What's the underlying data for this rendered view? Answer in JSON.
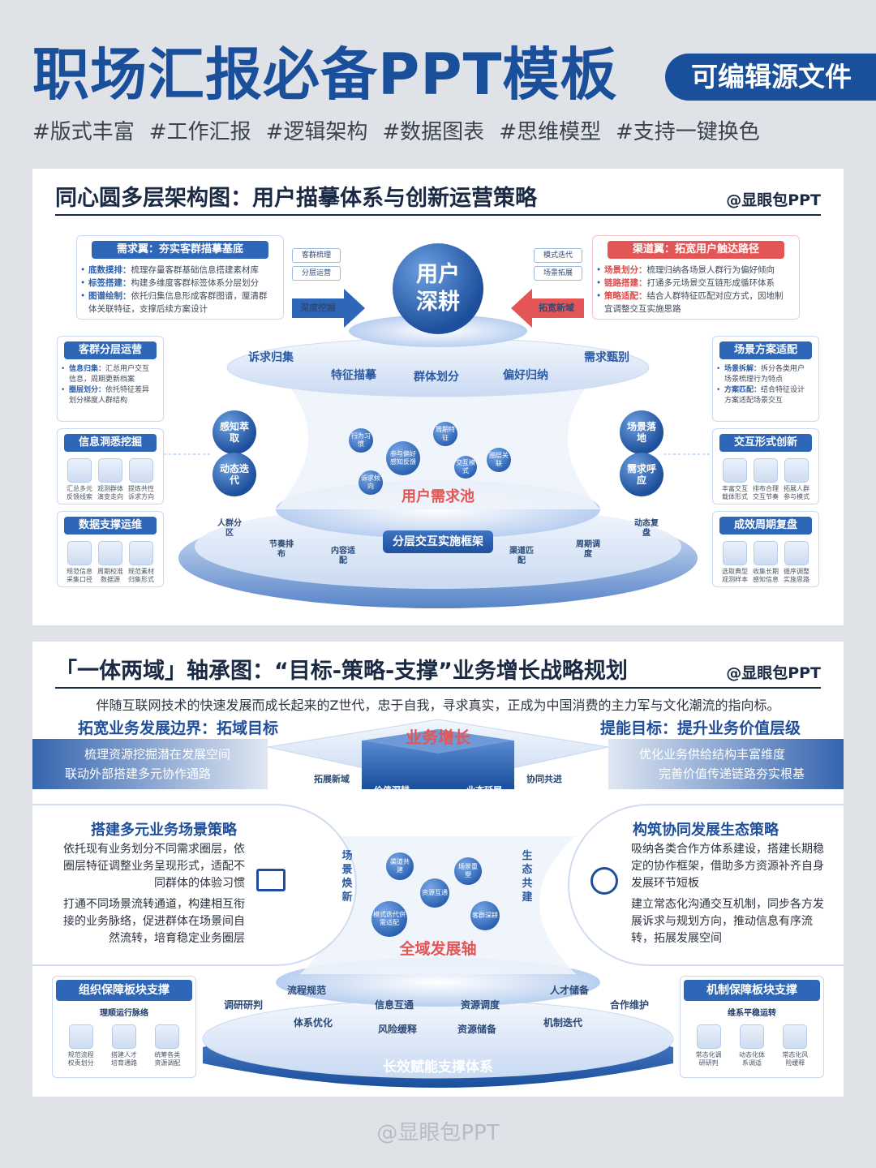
{
  "header": {
    "title": "职场汇报必备PPT模板",
    "badge": "可编辑源文件",
    "tags": [
      "#版式丰富",
      "#工作汇报",
      "#逻辑架构",
      "#数据图表",
      "#思维模型",
      "#支持一键换色"
    ]
  },
  "panel1": {
    "title": "同心圆多层架构图：用户描摹体系与创新运营策略",
    "author": "@显眼包PPT",
    "left_top_box": {
      "head": "需求翼：夯实客群描摹基底",
      "items": [
        {
          "key": "底数摸排：",
          "text": "梳理存量客群基础信息搭建素材库"
        },
        {
          "key": "标签搭建：",
          "text": "构建多维度客群标签体系分层划分"
        },
        {
          "key": "图谱绘制：",
          "text": "依托归集信息形成客群图谱，厘清群体关联特征，支撑后续方案设计"
        }
      ]
    },
    "right_top_box": {
      "head": "渠道翼：拓宽用户触达路径",
      "items": [
        {
          "key": "场景划分：",
          "text": "梳理归纳各场景人群行为偏好倾向"
        },
        {
          "key": "链路搭建：",
          "text": "打通多元场景交互链形成循环体系"
        },
        {
          "key": "策略适配：",
          "text": "结合人群特征匹配对应方式，因地制宜调整交互实施思路"
        }
      ]
    },
    "left_pills": [
      "客群梳理",
      "分层运营"
    ],
    "left_arrow_label": "深度挖掘",
    "right_pills": [
      "模式迭代",
      "场景拓展"
    ],
    "right_arrow_label": "拓宽新域",
    "center_orb": [
      "用户",
      "深耕"
    ],
    "ring_tabs": [
      "诉求归集",
      "特征描摹",
      "群体划分",
      "偏好归纳",
      "需求甄别"
    ],
    "left_boxes": [
      {
        "head": "客群分层运营",
        "items": [
          {
            "key": "信息归集：",
            "text": "汇总用户交互信息，周期更新档案"
          },
          {
            "key": "圈层划分：",
            "text": "依托特征差异划分梯度人群结构"
          }
        ]
      },
      {
        "head": "信息洞悉挖掘",
        "icons": [
          "汇总多元反馈线索",
          "观测群体演变走向",
          "提炼共性诉求方向"
        ]
      },
      {
        "head": "数据支撑运维",
        "icons": [
          "规范信息采集口径",
          "周期校准数据源",
          "规范素材归集形式"
        ]
      }
    ],
    "right_boxes": [
      {
        "head": "场景方案适配",
        "items": [
          {
            "key": "场景拆解：",
            "text": "拆分各类用户场景梳理行为特点"
          },
          {
            "key": "方案匹配：",
            "text": "结合特征设计方案适配场景交互"
          }
        ]
      },
      {
        "head": "交互形式创新",
        "icons": [
          "丰富交互载体形式",
          "排布合理交互节奏",
          "拓展人群参与模式"
        ]
      },
      {
        "head": "成效周期复盘",
        "icons": [
          "选取典型观测样本",
          "收集长期感知信息",
          "循序调整实施思路"
        ]
      }
    ],
    "left_orbs": [
      "感知萃取",
      "动态迭代"
    ],
    "right_orbs": [
      "场景落地",
      "需求呼应"
    ],
    "bubbles": [
      "行为习惯",
      "周期特征",
      "参与偏好感知反馈",
      "交互模式",
      "圈层关联",
      "诉求倾向"
    ],
    "pool_label": "用户需求池",
    "framework_label": "分层交互实施框架",
    "base_labels": [
      "人群分区",
      "节奏排布",
      "内容适配",
      "渠道匹配",
      "周期调度",
      "动态复盘"
    ]
  },
  "panel2": {
    "title": "「一体两域」轴承图：“目标-策略-支撑”业务增长战略规划",
    "author": "@显眼包PPT",
    "desc": "伴随互联网技术的快速发展而成长起来的Z世代，忠于自我，寻求真实，正成为中国消费的主力军与文化潮流的指向标。",
    "left_head": "拓宽业务发展边界：拓域目标",
    "left_lines": [
      "梳理资源挖掘潜在发展空间",
      "联动外部搭建多元协作通路"
    ],
    "right_head": "提能目标：提升业务价值层级",
    "right_lines": [
      "优化业务供给结构丰富维度",
      "完善价值传递链路夯实根基"
    ],
    "top_center": "业务增长",
    "top_labels": [
      "拓展新域",
      "价值深耕",
      "业态延展",
      "协同共进"
    ],
    "left_para_head": "搭建多元业务场景策略",
    "left_para": [
      "依托现有业务划分不同需求圈层，依圈层特征调整业务呈现形式，适配不同群体的体验习惯",
      "打通不同场景流转通道，构建相互衔接的业务脉络，促进群体在场景间自然流转，培育稳定业务圈层"
    ],
    "right_para_head": "构筑协同发展生态策略",
    "right_para": [
      "吸纳各类合作方体系建设，搭建长期稳定的协作框架，借助多方资源补齐自身发展环节短板",
      "建立常态化沟通交互机制，同步各方发展诉求与规划方向，推动信息有序流转，拓展发展空间"
    ],
    "vert_left": "场景焕新",
    "vert_right": "生态共建",
    "bubbles": [
      "渠道共建",
      "场景重塑",
      "资源互通",
      "模式迭代供需适配",
      "客群深耕"
    ],
    "axis_label": "全域发展轴",
    "ring_labels": [
      "调研研判",
      "流程规范",
      "信息互通",
      "资源调度",
      "人才储备",
      "合作维护",
      "体系优化",
      "风险缓释",
      "资源储备",
      "机制迭代"
    ],
    "base_label": "长效赋能支撑体系",
    "left_box": {
      "head": "组织保障板块支撑",
      "sub": "理顺运行脉络",
      "icons": [
        "规范流程权责划分",
        "搭建人才培育通路",
        "统筹各类资源调配"
      ]
    },
    "right_box": {
      "head": "机制保障板块支撑",
      "sub": "维系平稳运转",
      "icons": [
        "常态化调研研判",
        "动态化体系调适",
        "常态化风险缓释"
      ]
    }
  },
  "footer": "@显眼包PPT",
  "colors": {
    "primary": "#1a4f9c",
    "accent_red": "#e45555",
    "light": "#eaf1fb"
  }
}
